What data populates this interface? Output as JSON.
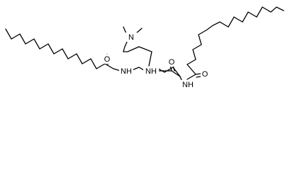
{
  "diagram": {
    "type": "skeletal-structure",
    "atoms": {
      "dimethylamino_n": "N",
      "amide_nh_left": "NH",
      "amide_o_left": "O",
      "amide_nh_top": "NH",
      "amide_o_center": "O",
      "amide_nh_right": "NH",
      "amide_o_right": "O"
    },
    "colors": {
      "bond": "#000000",
      "label": "#000000",
      "background": "#ffffff"
    }
  }
}
